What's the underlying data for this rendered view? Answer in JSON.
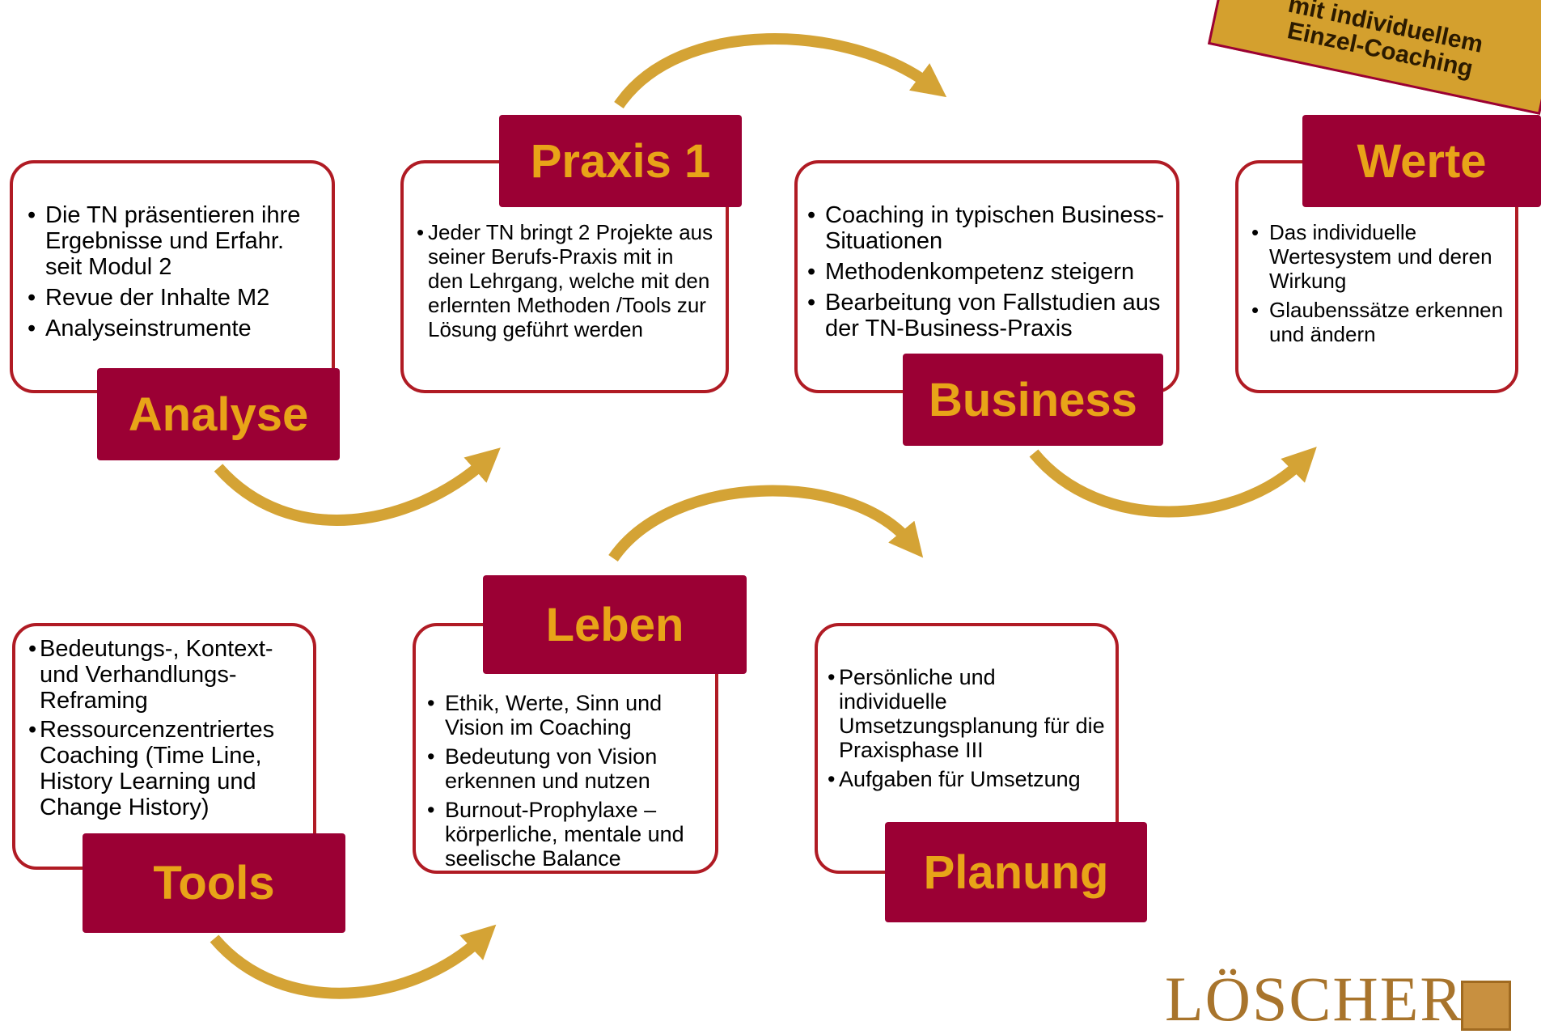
{
  "banner": {
    "text": "mit individuellem\nEinzel-Coaching"
  },
  "stages": {
    "analyse": {
      "label": "Analyse",
      "items": [
        "Die TN präsentieren ihre Ergebnisse und Erfahr. seit Modul 2",
        "Revue der Inhalte M2",
        "Analyseinstrumente"
      ]
    },
    "praxis1": {
      "label": "Praxis 1",
      "items": [
        "Jeder TN bringt 2 Projekte aus seiner Berufs-Praxis mit in den Lehrgang, welche mit den erlernten Methoden /Tools zur Lösung geführt werden"
      ]
    },
    "business": {
      "label": "Business",
      "items": [
        "Coaching in typischen Business-Situationen",
        "Methodenkompetenz steigern",
        "Bearbeitung von Fallstudien aus der TN-Business-Praxis"
      ]
    },
    "werte": {
      "label": "Werte",
      "items": [
        "Das individuelle Wertesystem und deren Wirkung",
        "Glaubenssätze erkennen und ändern"
      ]
    },
    "tools": {
      "label": "Tools",
      "items": [
        "Bedeutungs-, Kontext- und Verhandlungs-Reframing",
        "Ressourcenzentriertes Coaching (Time Line, History Learning und Change History)"
      ]
    },
    "leben": {
      "label": "Leben",
      "items": [
        "Ethik, Werte, Sinn und Vision im Coaching",
        "Bedeutung von Vision erkennen und nutzen",
        "Burnout-Prophylaxe – körperliche, mentale und seelische Balance"
      ]
    },
    "planung": {
      "label": "Planung",
      "items": [
        "Persönliche und individuelle Umsetzungsplanung für die Praxisphase III",
        "Aufgaben für Umsetzung"
      ]
    }
  },
  "logo": {
    "text": "LÖSCHER"
  },
  "colors": {
    "label_bg": "#9b0034",
    "label_text": "#e8a418",
    "border": "#b01b24",
    "arrow": "#d4a335"
  }
}
